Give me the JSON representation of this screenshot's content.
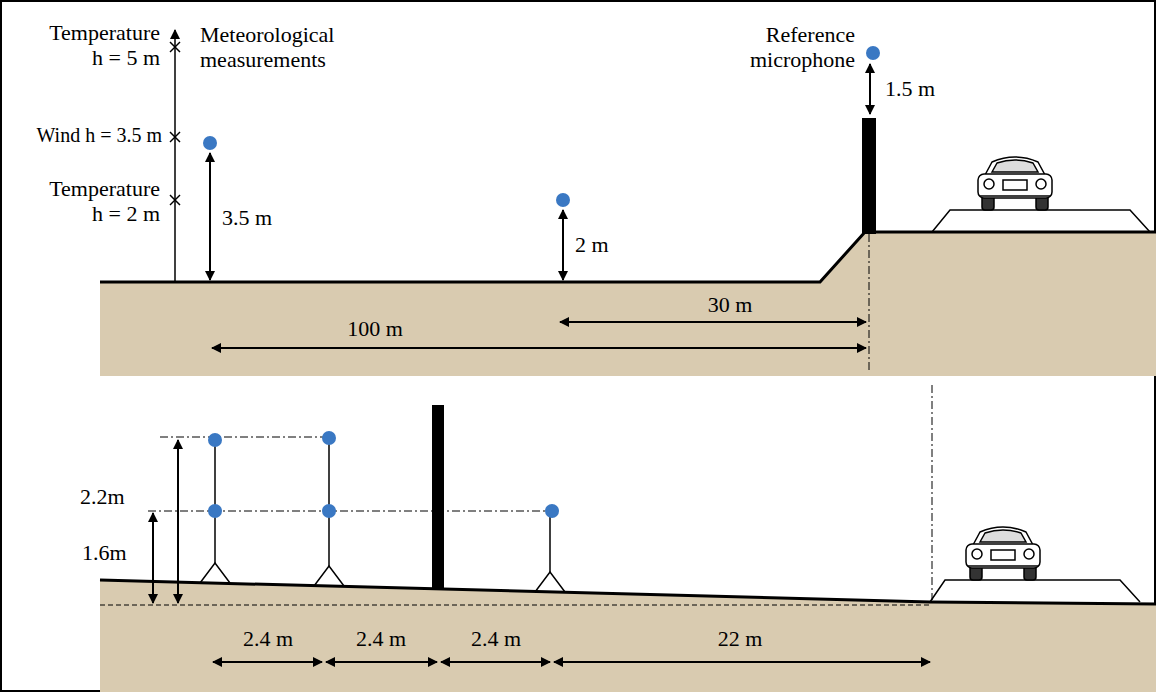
{
  "diagram": {
    "labels": [
      "Temperature h = 5 m",
      "Meteorological measurements",
      "Wind h = 3.5 m",
      "Temperature h = 2 m",
      "3.5 m",
      "2 m",
      "100 m",
      "30 m",
      "Reference microphone",
      "1.5 m",
      "2.2m",
      "1.6m",
      "2.4 m",
      "2.4 m",
      "2.4 m",
      "22 m"
    ]
  }
}
